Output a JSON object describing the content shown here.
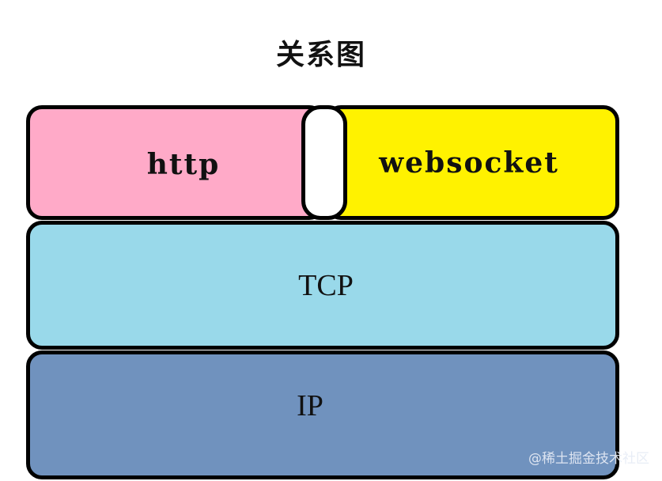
{
  "title": "关系图",
  "layers": {
    "http": {
      "label": "http",
      "color": "#ffaac8"
    },
    "websocket": {
      "label": "websocket",
      "color": "#fff200"
    },
    "tcp": {
      "label": "TCP",
      "color": "#99d9ea"
    },
    "ip": {
      "label": "IP",
      "color": "#7092be"
    }
  },
  "watermark": "@稀土掘金技术社区"
}
